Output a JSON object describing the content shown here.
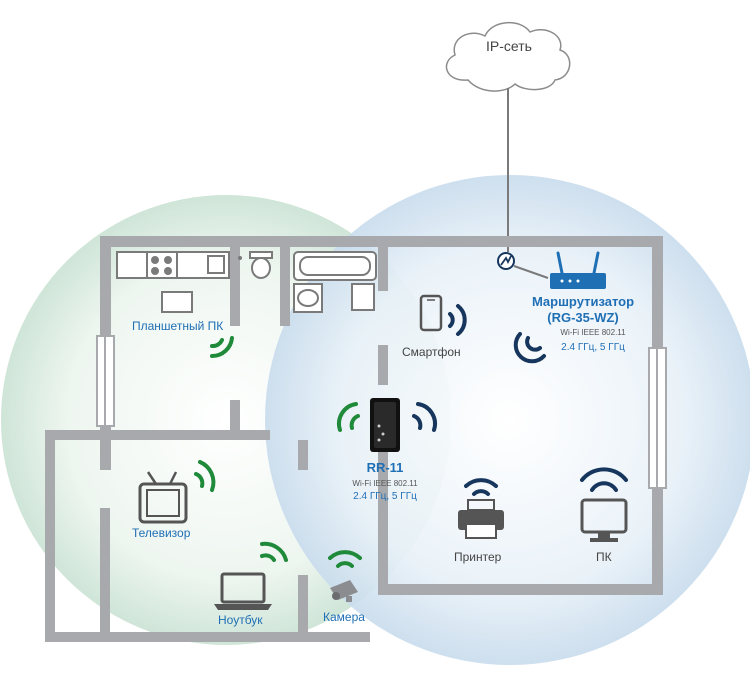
{
  "network": {
    "cloud_label": "IP-сеть"
  },
  "router": {
    "name": "Маршрутизатор",
    "model": "(RG-35-WZ)",
    "spec": "Wi-Fi IEEE 802.11",
    "bands": "2.4 ГГц, 5 ГГц"
  },
  "repeater": {
    "name": "RR-11",
    "spec": "Wi-Fi IEEE 802.11",
    "bands": "2.4 ГГц, 5 ГГц"
  },
  "devices": {
    "tablet": "Планшетный ПК",
    "smartphone": "Смартфон",
    "tv": "Телевизор",
    "laptop": "Ноутбук",
    "camera": "Камера",
    "printer": "Принтер",
    "pc": "ПК"
  },
  "colors": {
    "green_signal": "#1f8a3a",
    "navy_signal": "#17365d",
    "label_blue": "#1f6fb5",
    "wall": "#a7a9ac"
  }
}
